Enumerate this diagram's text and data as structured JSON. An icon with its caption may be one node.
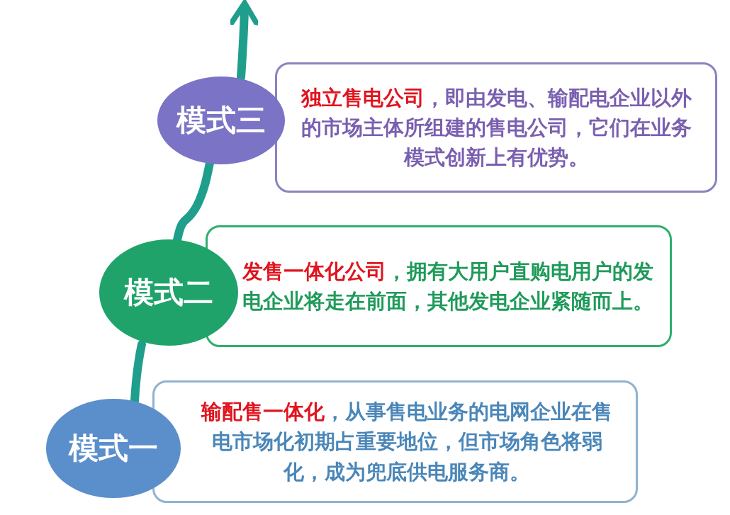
{
  "diagram": {
    "nodes": [
      {
        "text": [
          "模式三"
        ]
      },
      {
        "text": [
          "**独立售电公司**，即由发电、输配电企业以外的市场主体所组建的售电公司，它们在业务模式创新上有优势。"
        ]
      },
      {
        "text": [
          "模式二"
        ]
      },
      {
        "text": [
          "**发售一体化公司**，拥有大用户直购电用户的发电企业将走在前面，其他发电企业紧随而上。"
        ]
      },
      {
        "text": [
          "模式一"
        ]
      },
      {
        "text": [
          "**输配售一体化**，从事售电业务的电网企业在售电市场化初期占重要地位，但市场角色将弱化，成为兜底供电服务商。"
        ]
      }
    ],
    "edges": [
      {
        "from": 4,
        "to": 2,
        "arrow": "none"
      },
      {
        "from": 2,
        "to": 0,
        "arrow": "none"
      },
      {
        "from": 0,
        "to": null,
        "arrow": "to"
      }
    ]
  }
}
